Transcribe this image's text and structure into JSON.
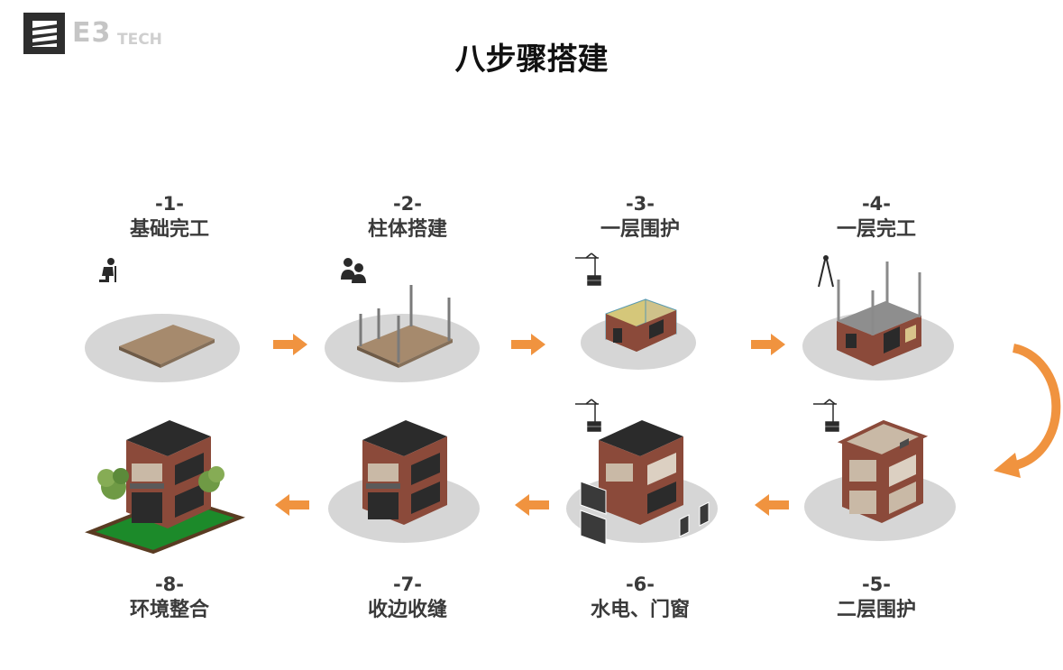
{
  "logo": {
    "text_main": "E3",
    "text_sub": "TECH",
    "icon": "layered-e-logo-icon"
  },
  "title": "八步骤搭建",
  "colors": {
    "arrow": "#f0933f",
    "disc": "#d6d6d6",
    "brick": "#8b4a3a",
    "roof": "#2b2b2b",
    "slab": "#a68a6d",
    "grass": "#1c8a2a",
    "text": "#3a3a3a"
  },
  "steps": [
    {
      "num": "-1-",
      "name": "基础完工",
      "icon": "worker-icon"
    },
    {
      "num": "-2-",
      "name": "柱体搭建",
      "icon": "people-icon"
    },
    {
      "num": "-3-",
      "name": "一层围护",
      "icon": "crane-icon"
    },
    {
      "num": "-4-",
      "name": "一层完工",
      "icon": "compass-icon"
    },
    {
      "num": "-5-",
      "name": "二层围护",
      "icon": "crane-icon"
    },
    {
      "num": "-6-",
      "name": "水电、门窗",
      "icon": "crane-icon"
    },
    {
      "num": "-7-",
      "name": "收边收缝",
      "icon": ""
    },
    {
      "num": "-8-",
      "name": "环境整合",
      "icon": ""
    }
  ]
}
